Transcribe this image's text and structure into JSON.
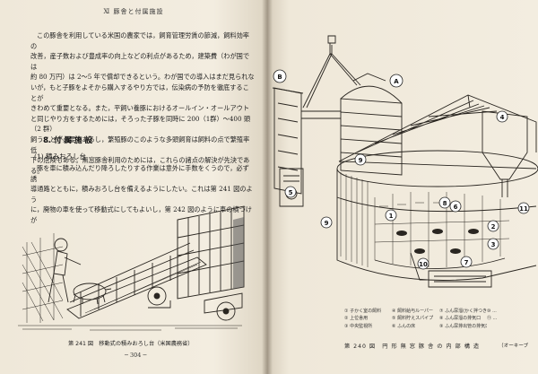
{
  "left_page": {
    "running_head": "Ⅺ 豚舎と付属施設",
    "paragraph1": [
      "この豚舎を利用している米国の農家では，飼育管理労賃の節減，飼料効率の",
      "改善，産子数および豊成率の向上などの利点があるため，建築費（わが国では",
      "約 80 万円）は 2～5 年で償却できるという。わが国での導入はまだ見られな",
      "いが，もと子豚をよそから購入するやり方では，伝染病の予防を徹底することが",
      "きわめて重要となる。また，平飼い養豚におけるオールイン・オールアウト",
      "と同じやり方をするためには，そろった子豚を同時に 200（1群）～400 頭（2 群）",
      "飼うことが必要であるし，繁殖豚のこのような多頭飼育は飼料の点で繁殖率低",
      "下の危険もある。無窓豚舎利用のためには，これらの諸点の解決が先決である。"
    ],
    "section_heading": "8. 付 属 施 設",
    "subsection_heading": "(1) 積みおろし台",
    "paragraph2": [
      "豚を車に積み込んだり降ろしたりする作業は意外に手数をくうので，必ず誘",
      "導通路とともに，積みおろし台を備えるようにしたい。これは第 241 図のよう",
      "に，廃物の車を使って移動式にしてもよいし，第 242 図のように車の横づけが"
    ],
    "figure_caption": "第 241 図　移動式の積みおろし台（米国農務省）",
    "page_number": "─ 304 ─"
  },
  "right_page": {
    "figure_labels": {
      "B": "B",
      "A": "A",
      "markers": [
        "1",
        "2",
        "3",
        "4",
        "5",
        "6",
        "7",
        "8",
        "9",
        "10",
        "11"
      ]
    },
    "legend": [
      [
        "① 子かく室の飼料",
        "④ 飼料給与ルーパー",
        "⑦ ふん尿溜(かく拌つき)",
        "⑩ ..."
      ],
      [
        "② 上位舎用",
        "⑤ 飼料貯えスパイプ",
        "⑧ ふん尿溜の排気口",
        "⑪ ..."
      ],
      [
        "③ 中央監視所",
        "⑥ ふんの床",
        "⑨ ふん尿排出管の排気口",
        ""
      ]
    ],
    "figure_caption": "第 240 図　円 形 無 窓 豚 舎 の 内 部 構 造",
    "figure_caption_tail": "（オーキーブ"
  }
}
